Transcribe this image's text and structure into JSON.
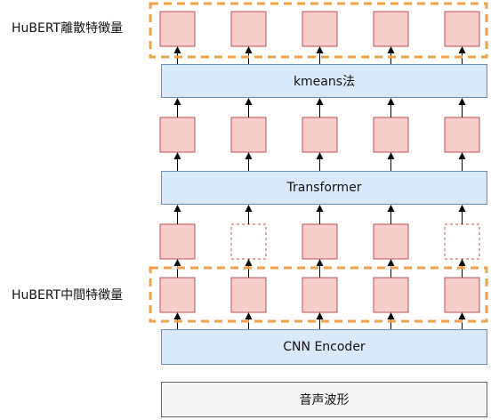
{
  "labels": {
    "discrete_features": "HuBERT離散特徴量",
    "intermediate_features": "HuBERT中間特徴量"
  },
  "blocks": {
    "kmeans": "kmeans法",
    "transformer": "Transformer",
    "cnn_encoder": "CNN Encoder",
    "waveform": "音声波形"
  },
  "rows": {
    "discrete": [
      true,
      true,
      true,
      true,
      true
    ],
    "transformer_out": [
      true,
      true,
      true,
      true,
      true
    ],
    "masked_input": [
      true,
      false,
      true,
      true,
      false
    ],
    "intermediate": [
      true,
      true,
      true,
      true,
      true
    ]
  },
  "colors": {
    "square_fill": "#f8cecc",
    "square_stroke": "#b85450",
    "block_fill": "#dae8fc",
    "block_stroke": "#6c8ebf",
    "wave_fill": "#f5f5f5",
    "wave_stroke": "#666666",
    "highlight": "#f0a24a"
  }
}
